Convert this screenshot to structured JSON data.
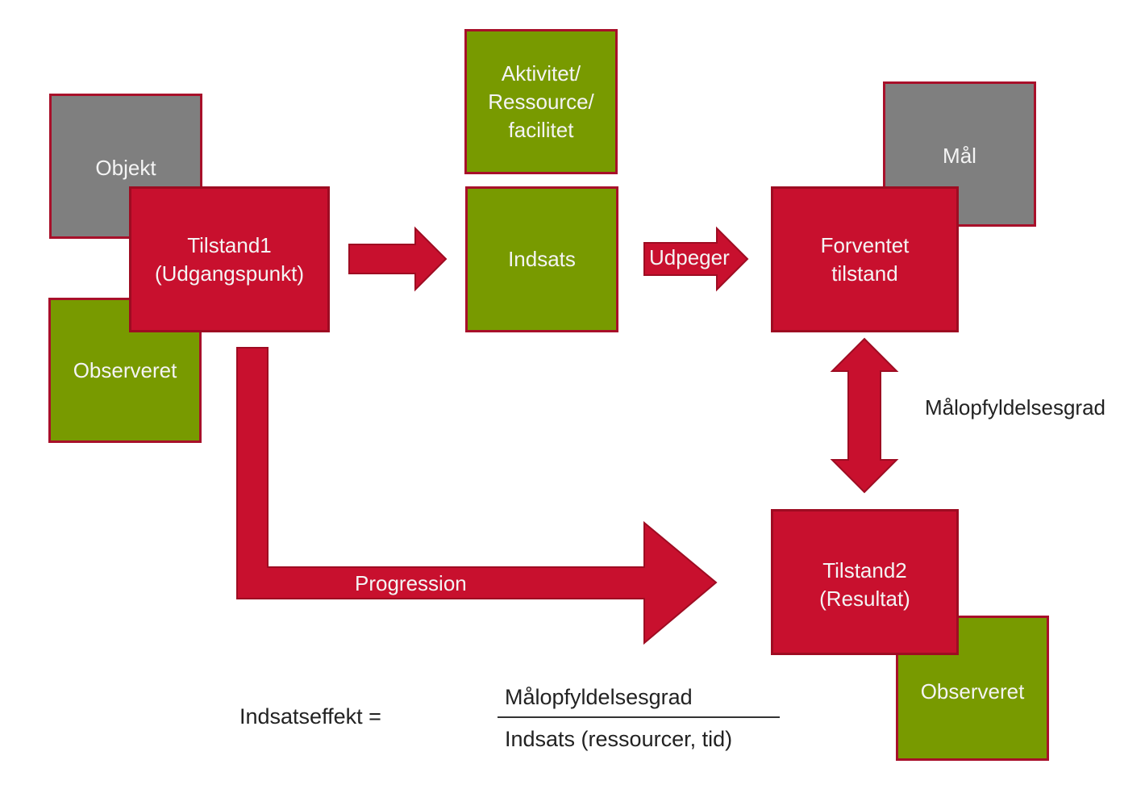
{
  "diagram": {
    "boxes": {
      "objekt": "Objekt",
      "tilstand1_line1": "Tilstand1",
      "tilstand1_line2": "(Udgangspunkt)",
      "observeret_left": "Observeret",
      "aktivitet_line1": "Aktivitet/",
      "aktivitet_line2": "Ressource/",
      "aktivitet_line3": "facilitet",
      "indsats": "Indsats",
      "maal": "Mål",
      "forventet_line1": "Forventet",
      "forventet_line2": "tilstand",
      "tilstand2_line1": "Tilstand2",
      "tilstand2_line2": "(Resultat)",
      "observeret_right": "Observeret"
    },
    "arrows": {
      "udpeger": "Udpeger",
      "progression": "Progression",
      "maalopfyldelsesgrad": "Målopfyldelsesgrad"
    },
    "formula": {
      "lhs": "Indsatseffekt =",
      "numerator": "Målopfyldelsesgrad",
      "denominator": "Indsats (ressourcer, tid)"
    },
    "colors": {
      "red": "#c8102e",
      "green": "#789a00",
      "gray": "#7f7f7f"
    }
  }
}
